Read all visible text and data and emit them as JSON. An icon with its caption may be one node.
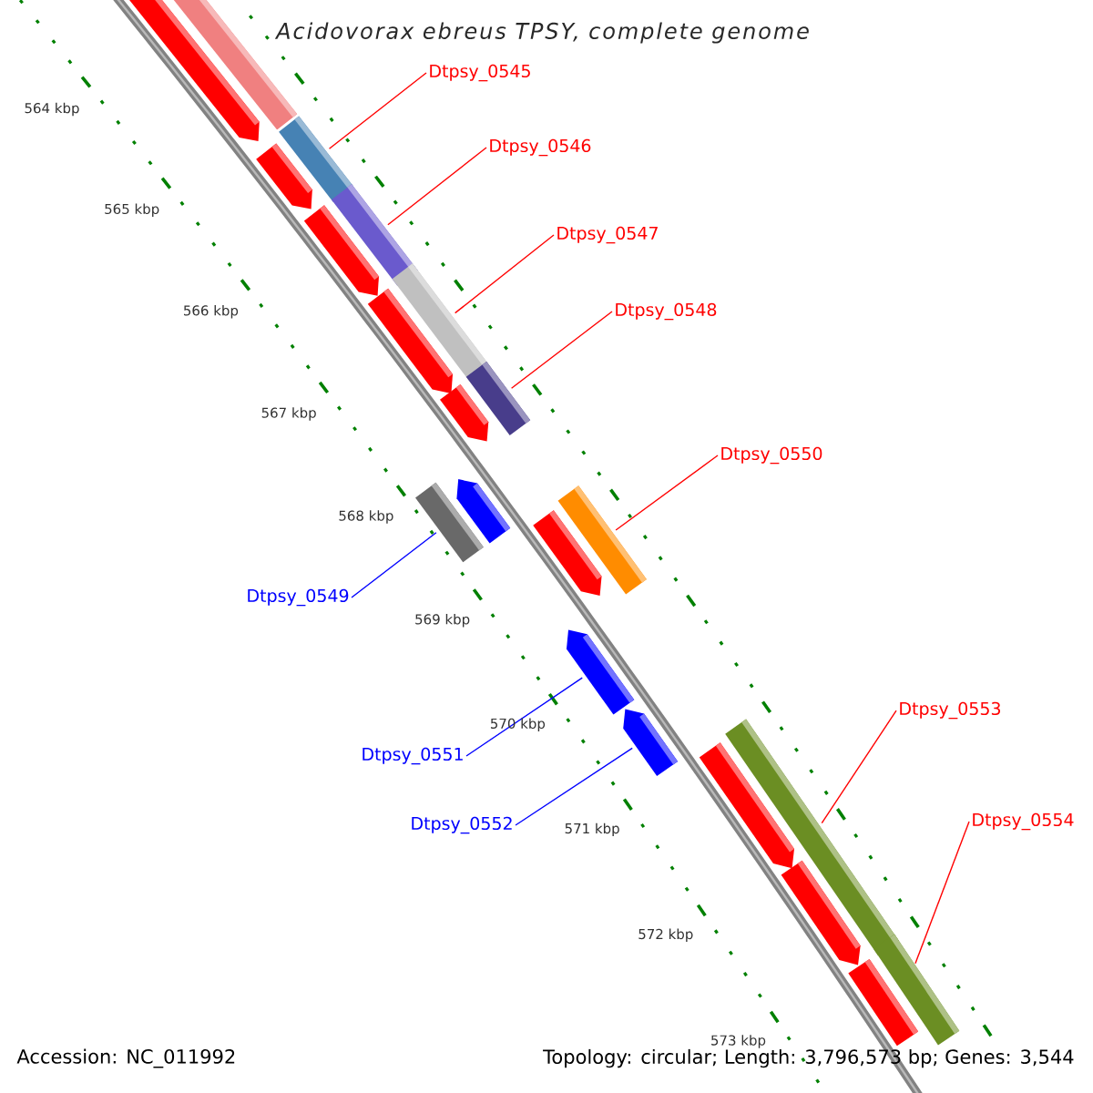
{
  "diagram": {
    "title": "Acidovorax ebreus TPSY, complete genome",
    "nodes": [
      {
        "text": [
          "Dtpsy_0545"
        ]
      },
      {
        "text": [
          "Dtpsy_0546"
        ]
      },
      {
        "text": [
          "Dtpsy_0547"
        ]
      },
      {
        "text": [
          "Dtpsy_0548"
        ]
      },
      {
        "text": [
          "Dtpsy_0550"
        ]
      },
      {
        "text": [
          "Dtpsy_0549"
        ]
      },
      {
        "text": [
          "Dtpsy_0553"
        ]
      },
      {
        "text": [
          "Dtpsy_0551"
        ]
      },
      {
        "text": [
          "Dtpsy_0554"
        ]
      },
      {
        "text": [
          "Dtpsy_0552"
        ]
      },
      {
        "text": [],
        "shape": "bar"
      },
      {
        "text": [],
        "shape": "bar"
      },
      {
        "text": [],
        "shape": "bar"
      },
      {
        "text": [],
        "shape": "bar"
      },
      {
        "text": [],
        "shape": "bar"
      },
      {
        "text": [],
        "shape": "box"
      },
      {
        "text": [],
        "shape": "bar"
      },
      {
        "text": [],
        "shape": "arrow"
      },
      {
        "text": [],
        "shape": "bar"
      },
      {
        "text": [],
        "shape": "arrow"
      },
      {
        "text": [],
        "shape": "arrow"
      },
      {
        "text": [],
        "shape": "arrow"
      },
      {
        "text": [],
        "shape": "arrow"
      },
      {
        "text": [],
        "shape": "arrow"
      },
      {
        "text": [],
        "shape": "arrow"
      },
      {
        "text": [],
        "shape": "arrow"
      },
      {
        "text": [],
        "shape": "arrow"
      },
      {
        "text": [],
        "shape": "arrow"
      },
      {
        "text": [],
        "shape": "arrow"
      },
      {
        "text": [],
        "shape": "bar"
      },
      {
        "text": [],
        "shape": "arrow"
      }
    ],
    "edges": [
      {
        "from": 0,
        "to": 10,
        "arrow": "none"
      },
      {
        "from": 1,
        "to": 11,
        "arrow": "none"
      },
      {
        "from": 2,
        "to": 12,
        "arrow": "none"
      },
      {
        "from": 3,
        "to": 13,
        "arrow": "none"
      },
      {
        "from": 4,
        "to": 14,
        "arrow": "none"
      },
      {
        "from": 5,
        "to": 15,
        "arrow": "none",
        "color": "#0000ff"
      },
      {
        "from": 6,
        "to": 16,
        "arrow": "none"
      },
      {
        "from": 7,
        "to": 17,
        "arrow": "none",
        "color": "#0000ff"
      },
      {
        "from": 8,
        "to": 18,
        "arrow": "none"
      },
      {
        "from": 9,
        "to": 19,
        "arrow": "none",
        "color": "#0000ff"
      }
    ],
    "labels": [
      "564 kbp",
      "565 kbp",
      "566 kbp",
      "567 kbp",
      "568 kbp",
      "569 kbp",
      "570 kbp",
      "571 kbp",
      "572 kbp",
      "573 kbp",
      "Accession: NC_011992",
      "Topology: circular; Length: 3,796,573 bp; Genes: 3,544"
    ]
  }
}
